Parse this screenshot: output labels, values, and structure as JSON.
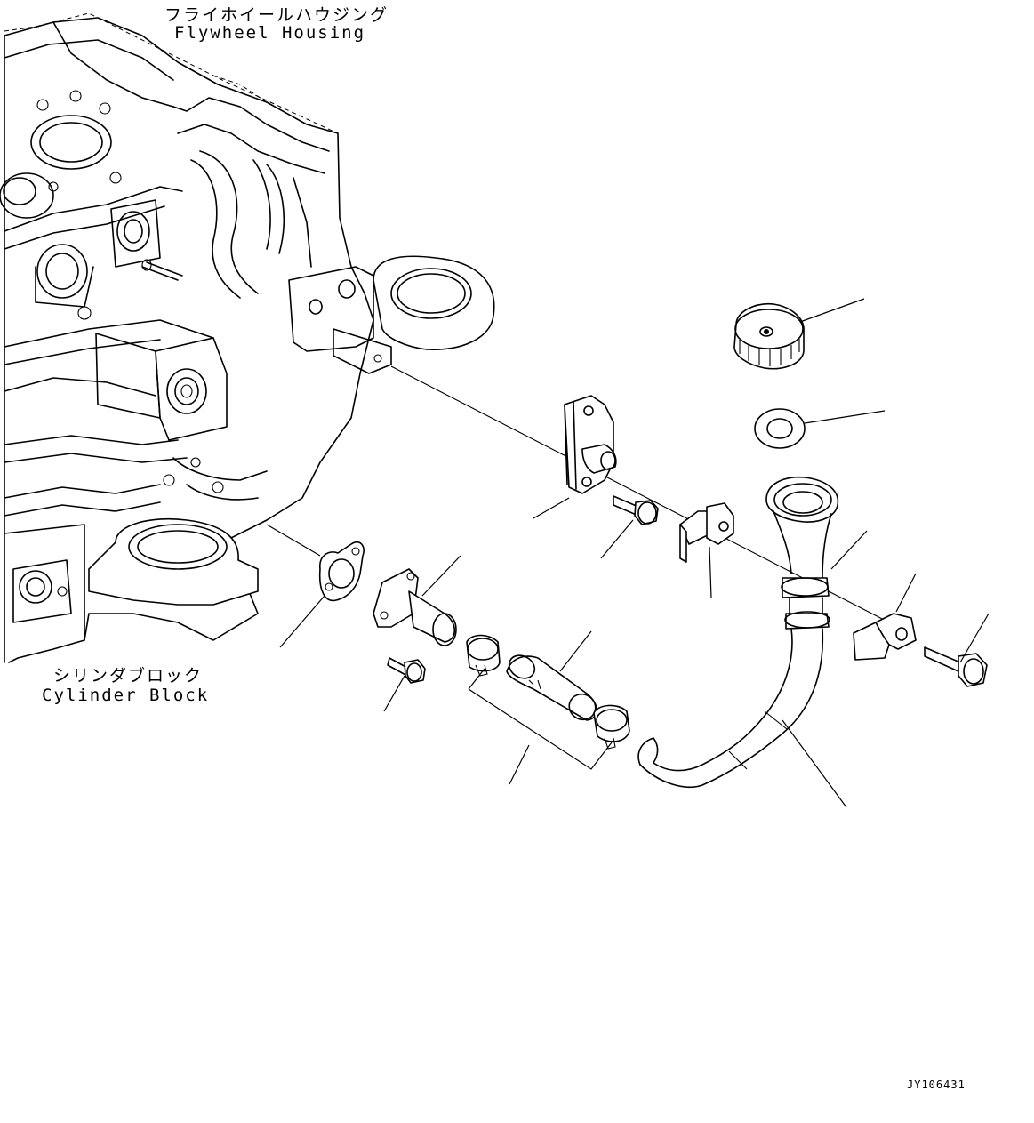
{
  "labels": {
    "flywheel_housing_jp": "フライホイールハウジング",
    "flywheel_housing_en": "Flywheel Housing",
    "cylinder_block_jp": "シリンダブロック",
    "cylinder_block_en": "Cylinder Block"
  },
  "drawing_code": "JY106431"
}
